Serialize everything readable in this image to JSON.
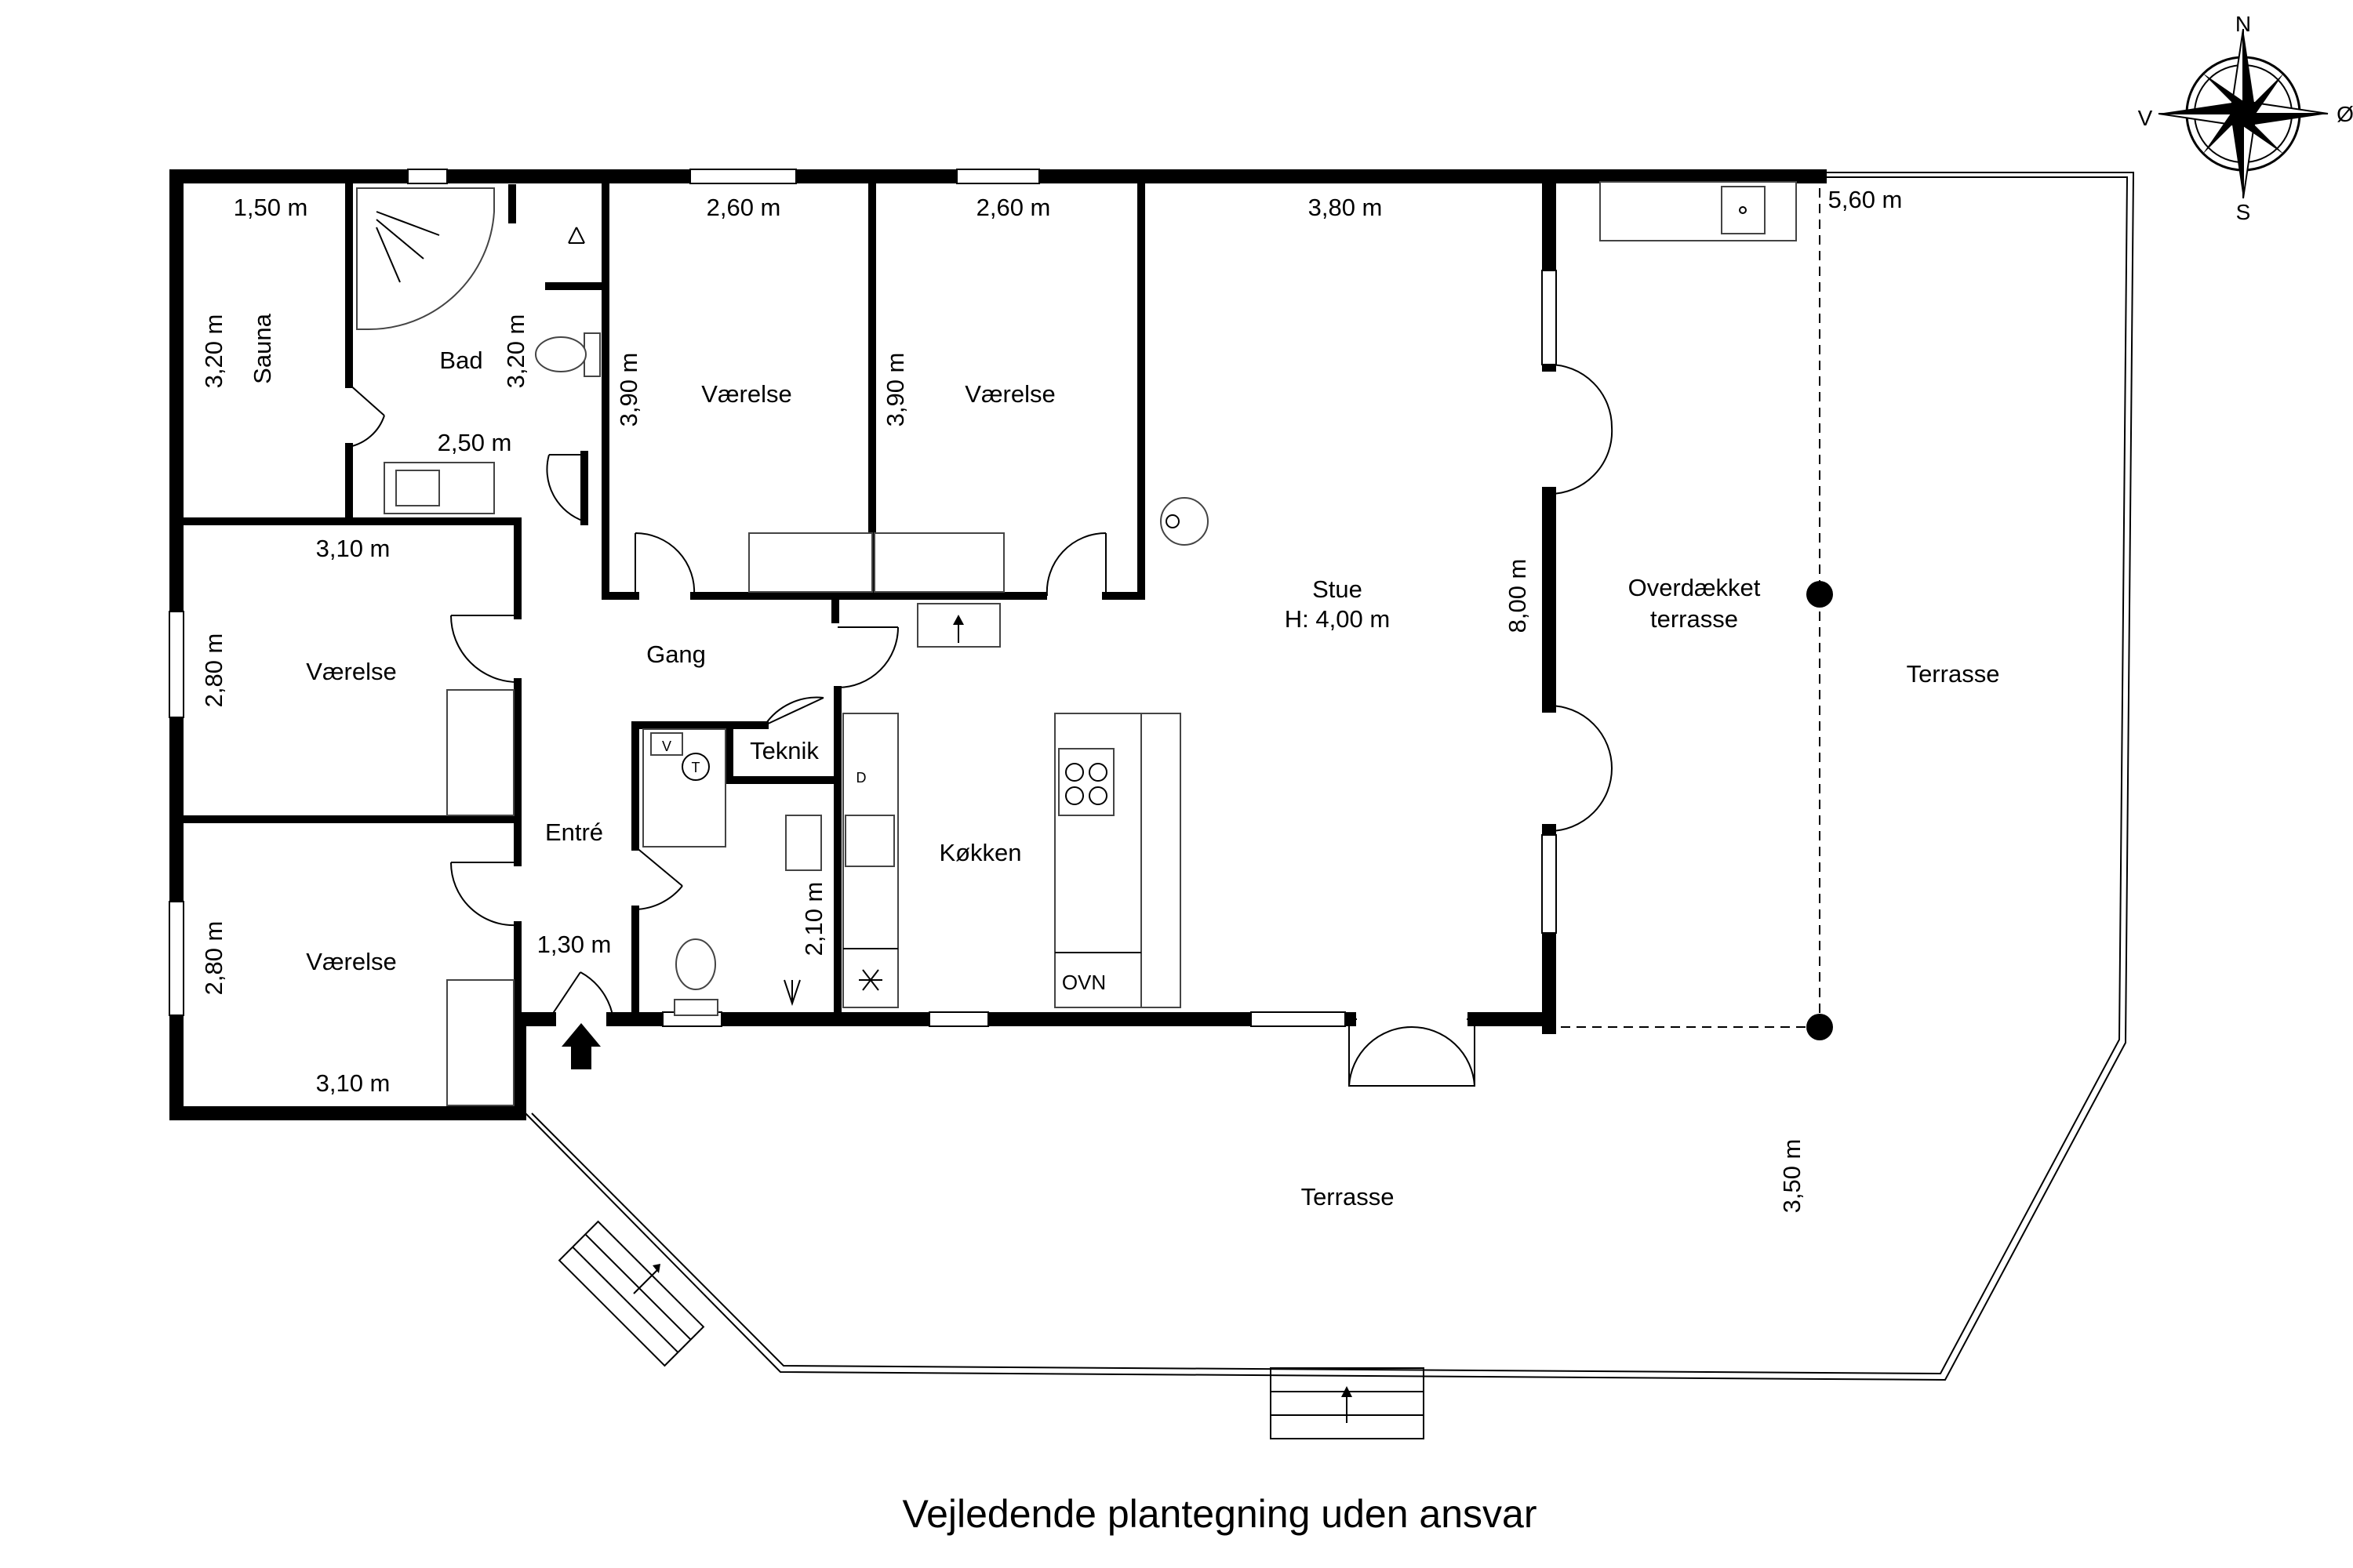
{
  "compass": {
    "north": "N",
    "south": "S",
    "east": "Ø",
    "west": "V"
  },
  "rooms": {
    "sauna": "Sauna",
    "bad": "Bad",
    "vaerelse_top1": "Værelse",
    "vaerelse_top2": "Værelse",
    "vaerelse_mid": "Værelse",
    "vaerelse_bottom": "Værelse",
    "stue": "Stue",
    "stue_height": "H: 4,00 m",
    "overdaekket_1": "Overdækket",
    "overdaekket_2": "terrasse",
    "terrasse_east": "Terrasse",
    "terrasse_south": "Terrasse",
    "gang": "Gang",
    "entre": "Entré",
    "teknik": "Teknik",
    "koekken": "Køkken",
    "ovn": "OVN"
  },
  "dimensions": {
    "sauna_w": "1,50 m",
    "sauna_h": "3,20 m",
    "bad_h": "3,20 m",
    "bad_w": "2,50 m",
    "room1_w": "2,60 m",
    "room1_h": "3,90 m",
    "room2_w": "2,60 m",
    "room2_h": "3,90 m",
    "stue_w": "3,80 m",
    "stue_h": "8,00 m",
    "terrace_w": "5,60 m",
    "terrace_s": "3,50 m",
    "room3_w": "3,10 m",
    "room3_h": "2,80 m",
    "room4_h": "2,80 m",
    "room4_w": "3,10 m",
    "entre_w": "1,30 m",
    "wc_h": "2,10 m"
  },
  "fixtures": {
    "washer": "V",
    "dryer": "T",
    "dishwasher": "D"
  },
  "caption": "Vejledende plantegning uden ansvar"
}
